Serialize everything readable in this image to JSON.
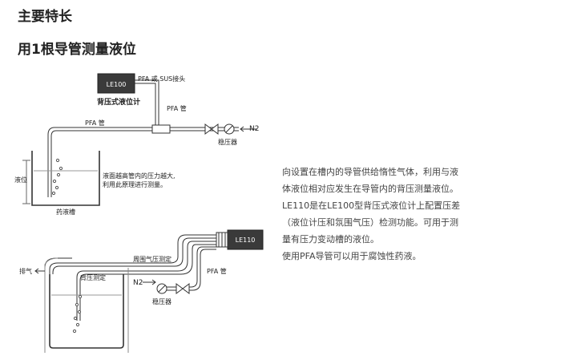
{
  "header": {
    "title": "主要特长",
    "subtitle": "用1根导管测量液位"
  },
  "diagram1": {
    "device_label": "LE100",
    "connector_label": "PFA 或 SUS接头",
    "device_caption": "背压式液位计",
    "pfa_pipe_top": "PFA 管",
    "pfa_pipe_left": "PFA 管",
    "n2_label": "N2",
    "regulator_label": "稳压器",
    "level_label": "液位",
    "principle_line1": "液面越高管内的压力越大,",
    "principle_line2": "利用此原理进行测量。",
    "tank_label": "药液槽"
  },
  "diagram2": {
    "device_label": "LE110",
    "exhaust_label": "排气",
    "ambient_label": "周围气压测定",
    "back_pressure_label": "背压测定",
    "pfa_pipe_label": "PFA 管",
    "n2_label": "N2",
    "regulator_label": "稳压器"
  },
  "description": {
    "lines": [
      "向设置在槽内的导管供给惰性气体，利用与液",
      "体液位相对应发生在导管内的背压测量液位。",
      "LE110是在LE100型背压式液位计上配置压差",
      "（液位计压和氛围气压）检测功能。可用于测",
      "量有压力变动槽的液位。",
      "使用PFA导管可以用于腐蚀性药液。"
    ]
  },
  "colors": {
    "device": "#3a3a3a",
    "line": "#333333",
    "text": "#222222"
  }
}
